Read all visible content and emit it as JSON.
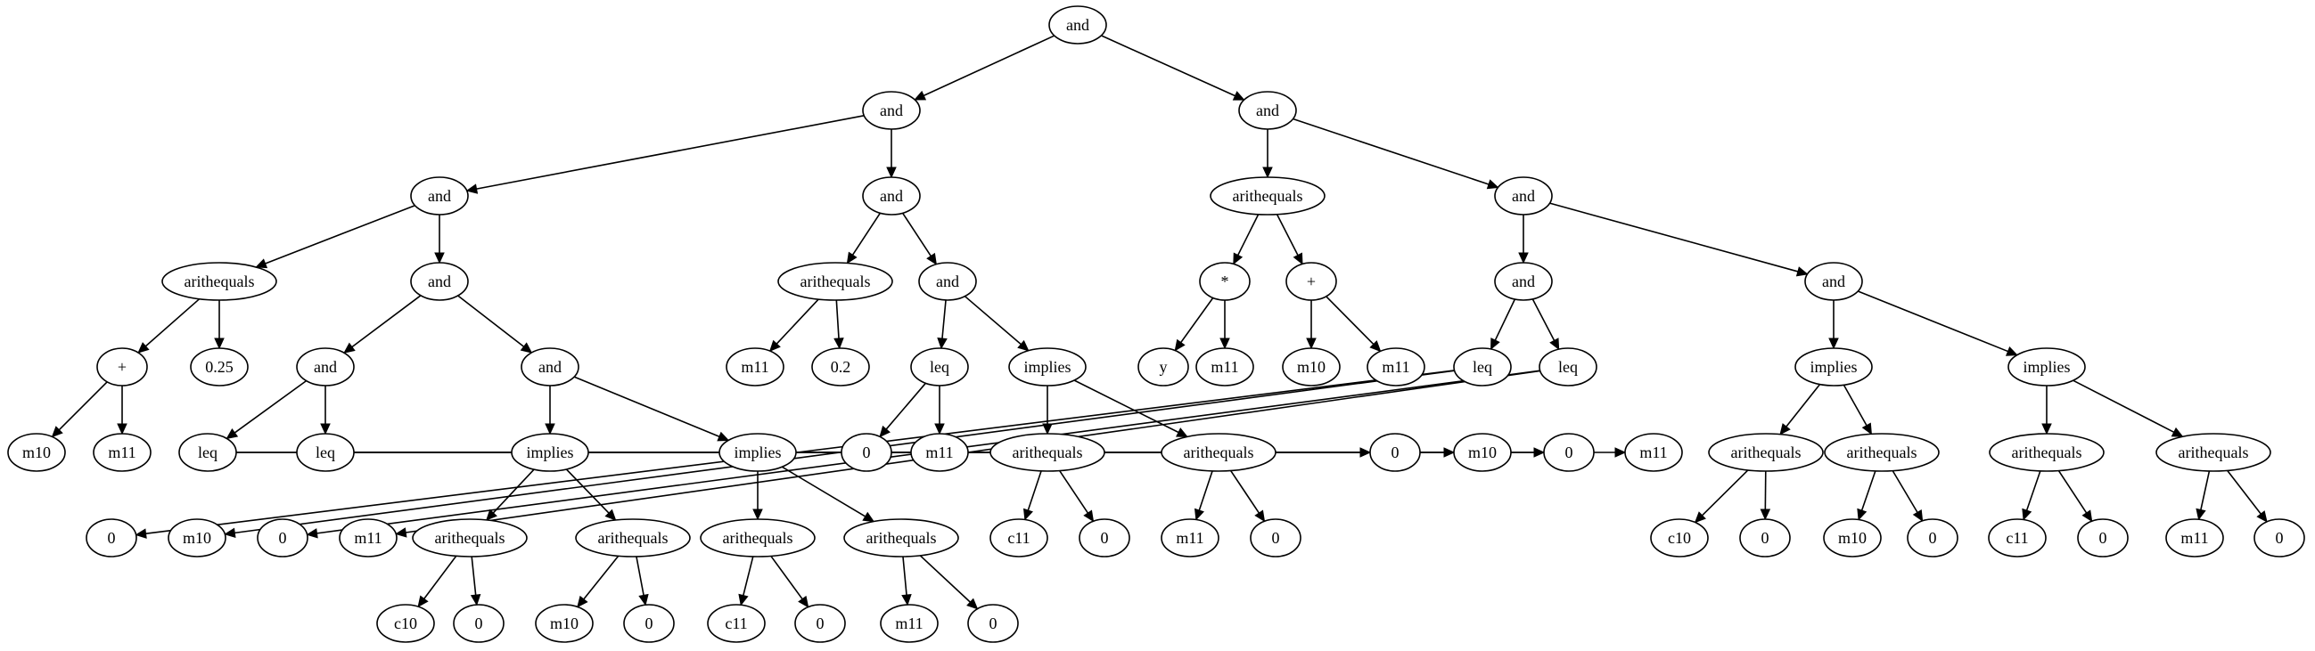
{
  "diagram": {
    "type": "tree",
    "nodes": [
      {
        "id": "n0",
        "label": "and"
      },
      {
        "id": "n1",
        "label": "and"
      },
      {
        "id": "n2",
        "label": "and"
      },
      {
        "id": "n3",
        "label": "and"
      },
      {
        "id": "n4",
        "label": "and"
      },
      {
        "id": "n5",
        "label": "arithequals"
      },
      {
        "id": "n6",
        "label": "and"
      },
      {
        "id": "n7",
        "label": "arithequals"
      },
      {
        "id": "n8",
        "label": "and"
      },
      {
        "id": "n9",
        "label": "arithequals"
      },
      {
        "id": "n10",
        "label": "and"
      },
      {
        "id": "n11",
        "label": "+"
      },
      {
        "id": "n12",
        "label": "0.25"
      },
      {
        "id": "n13",
        "label": "and"
      },
      {
        "id": "n14",
        "label": "and"
      },
      {
        "id": "n15",
        "label": "m11"
      },
      {
        "id": "n16",
        "label": "0.2"
      },
      {
        "id": "n17",
        "label": "leq"
      },
      {
        "id": "n18",
        "label": "implies"
      },
      {
        "id": "n19",
        "label": "*"
      },
      {
        "id": "n20",
        "label": "+"
      },
      {
        "id": "n21",
        "label": "and"
      },
      {
        "id": "n22",
        "label": "and"
      },
      {
        "id": "n23",
        "label": "m10"
      },
      {
        "id": "n24",
        "label": "m11"
      },
      {
        "id": "n25",
        "label": "leq"
      },
      {
        "id": "n26",
        "label": "leq"
      },
      {
        "id": "n27",
        "label": "implies"
      },
      {
        "id": "n28",
        "label": "implies"
      },
      {
        "id": "n29",
        "label": "0"
      },
      {
        "id": "n30",
        "label": "m11"
      },
      {
        "id": "n31",
        "label": "arithequals"
      },
      {
        "id": "n32",
        "label": "arithequals"
      },
      {
        "id": "n33",
        "label": "y"
      },
      {
        "id": "n34",
        "label": "m11"
      },
      {
        "id": "n35",
        "label": "m10"
      },
      {
        "id": "n36",
        "label": "m11"
      },
      {
        "id": "n37",
        "label": "leq"
      },
      {
        "id": "n38",
        "label": "leq"
      },
      {
        "id": "n39",
        "label": "implies"
      },
      {
        "id": "n40",
        "label": "implies"
      },
      {
        "id": "n41",
        "label": "0"
      },
      {
        "id": "n42",
        "label": "m10"
      },
      {
        "id": "n43",
        "label": "0"
      },
      {
        "id": "n44",
        "label": "m11"
      },
      {
        "id": "n45",
        "label": "arithequals"
      },
      {
        "id": "n46",
        "label": "arithequals"
      },
      {
        "id": "n47",
        "label": "arithequals"
      },
      {
        "id": "n48",
        "label": "arithequals"
      },
      {
        "id": "n49",
        "label": "c11"
      },
      {
        "id": "n50",
        "label": "0"
      },
      {
        "id": "n51",
        "label": "m11"
      },
      {
        "id": "n52",
        "label": "0"
      },
      {
        "id": "n53",
        "label": "0"
      },
      {
        "id": "n54",
        "label": "m10"
      },
      {
        "id": "n55",
        "label": "0"
      },
      {
        "id": "n56",
        "label": "m11"
      },
      {
        "id": "n57",
        "label": "arithequals"
      },
      {
        "id": "n58",
        "label": "arithequals"
      },
      {
        "id": "n59",
        "label": "arithequals"
      },
      {
        "id": "n60",
        "label": "arithequals"
      },
      {
        "id": "n61",
        "label": "c10"
      },
      {
        "id": "n62",
        "label": "0"
      },
      {
        "id": "n63",
        "label": "m10"
      },
      {
        "id": "n64",
        "label": "0"
      },
      {
        "id": "n65",
        "label": "c11"
      },
      {
        "id": "n66",
        "label": "0"
      },
      {
        "id": "n67",
        "label": "m11"
      },
      {
        "id": "n68",
        "label": "0"
      },
      {
        "id": "n69",
        "label": "c10"
      },
      {
        "id": "n70",
        "label": "0"
      },
      {
        "id": "n71",
        "label": "m10"
      },
      {
        "id": "n72",
        "label": "0"
      },
      {
        "id": "n73",
        "label": "c11"
      },
      {
        "id": "n74",
        "label": "0"
      },
      {
        "id": "n75",
        "label": "m11"
      },
      {
        "id": "n76",
        "label": "0"
      }
    ],
    "edges": [
      [
        "n0",
        "n1"
      ],
      [
        "n0",
        "n2"
      ],
      [
        "n1",
        "n3"
      ],
      [
        "n1",
        "n4"
      ],
      [
        "n2",
        "n7"
      ],
      [
        "n2",
        "n8"
      ],
      [
        "n3",
        "n5"
      ],
      [
        "n3",
        "n6"
      ],
      [
        "n4",
        "n9"
      ],
      [
        "n4",
        "n10"
      ],
      [
        "n5",
        "n11"
      ],
      [
        "n5",
        "n12"
      ],
      [
        "n6",
        "n13"
      ],
      [
        "n6",
        "n14"
      ],
      [
        "n7",
        "n19"
      ],
      [
        "n7",
        "n20"
      ],
      [
        "n8",
        "n21"
      ],
      [
        "n8",
        "n22"
      ],
      [
        "n9",
        "n15"
      ],
      [
        "n9",
        "n16"
      ],
      [
        "n10",
        "n17"
      ],
      [
        "n10",
        "n18"
      ],
      [
        "n11",
        "n23"
      ],
      [
        "n11",
        "n24"
      ],
      [
        "n13",
        "n25"
      ],
      [
        "n13",
        "n26"
      ],
      [
        "n14",
        "n27"
      ],
      [
        "n14",
        "n28"
      ],
      [
        "n17",
        "n29"
      ],
      [
        "n17",
        "n30"
      ],
      [
        "n18",
        "n31"
      ],
      [
        "n18",
        "n32"
      ],
      [
        "n19",
        "n33"
      ],
      [
        "n19",
        "n34"
      ],
      [
        "n20",
        "n35"
      ],
      [
        "n20",
        "n36"
      ],
      [
        "n21",
        "n37"
      ],
      [
        "n21",
        "n38"
      ],
      [
        "n22",
        "n39"
      ],
      [
        "n22",
        "n40"
      ],
      [
        "n25",
        "n41"
      ],
      [
        "n25",
        "n42"
      ],
      [
        "n26",
        "n43"
      ],
      [
        "n26",
        "n44"
      ],
      [
        "n27",
        "n57"
      ],
      [
        "n27",
        "n58"
      ],
      [
        "n28",
        "n59"
      ],
      [
        "n28",
        "n60"
      ],
      [
        "n31",
        "n49"
      ],
      [
        "n31",
        "n50"
      ],
      [
        "n32",
        "n51"
      ],
      [
        "n32",
        "n52"
      ],
      [
        "n37",
        "n53"
      ],
      [
        "n37",
        "n54"
      ],
      [
        "n38",
        "n55"
      ],
      [
        "n38",
        "n56"
      ],
      [
        "n39",
        "n45"
      ],
      [
        "n39",
        "n46"
      ],
      [
        "n40",
        "n47"
      ],
      [
        "n40",
        "n48"
      ],
      [
        "n45",
        "n69"
      ],
      [
        "n45",
        "n70"
      ],
      [
        "n46",
        "n71"
      ],
      [
        "n46",
        "n72"
      ],
      [
        "n47",
        "n73"
      ],
      [
        "n47",
        "n74"
      ],
      [
        "n48",
        "n75"
      ],
      [
        "n48",
        "n76"
      ],
      [
        "n57",
        "n61"
      ],
      [
        "n57",
        "n62"
      ],
      [
        "n58",
        "n63"
      ],
      [
        "n58",
        "n64"
      ],
      [
        "n59",
        "n65"
      ],
      [
        "n59",
        "n66"
      ],
      [
        "n60",
        "n67"
      ],
      [
        "n60",
        "n68"
      ]
    ]
  }
}
